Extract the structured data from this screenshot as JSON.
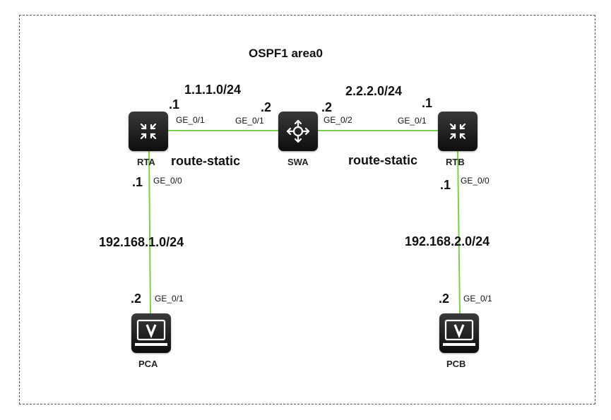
{
  "diagram": {
    "area_label": "OSPF1 area0",
    "devices": {
      "rta": "RTA",
      "swa": "SWA",
      "rtb": "RTB",
      "pca": "PCA",
      "pcb": "PCB"
    },
    "networks": {
      "net_rta_swa": "1.1.1.0/24",
      "net_swa_rtb": "2.2.2.0/24",
      "net_rta_pca": "192.168.1.0/24",
      "net_rtb_pcb": "192.168.2.0/24"
    },
    "routing": {
      "left": "route-static",
      "right": "route-static"
    },
    "addresses": {
      "rta_ge01": ".1",
      "swa_ge01": ".2",
      "swa_ge02": ".2",
      "rtb_ge01": ".1",
      "rta_ge00": ".1",
      "rtb_ge00": ".1",
      "pca_ge01": ".2",
      "pcb_ge01": ".2"
    },
    "ports": {
      "rta_ge01": "GE_0/1",
      "swa_ge01": "GE_0/1",
      "swa_ge02": "GE_0/2",
      "rtb_ge01": "GE_0/1",
      "rta_ge00": "GE_0/0",
      "rtb_ge00": "GE_0/0",
      "pca_ge01": "GE_0/1",
      "pcb_ge01": "GE_0/1"
    },
    "link_color": "#7ccf4c",
    "icon_names": {
      "router": "router-icon",
      "switch": "switch-icon",
      "pc": "pc-monitor-icon"
    }
  }
}
